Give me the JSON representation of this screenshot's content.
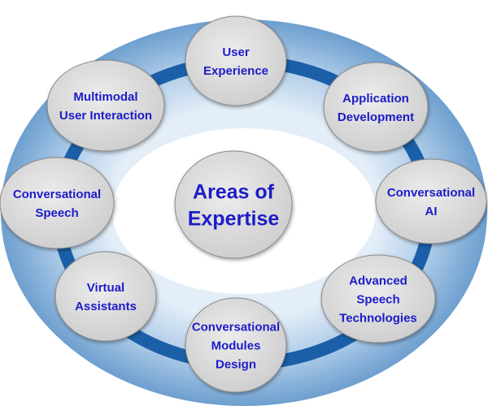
{
  "center": {
    "lines": [
      "Areas of",
      "Expertise"
    ]
  },
  "nodes": [
    {
      "id": "user-experience",
      "lines": [
        "User",
        "Experience"
      ]
    },
    {
      "id": "application-development",
      "lines": [
        "Application",
        "Development"
      ]
    },
    {
      "id": "conversational-ai",
      "lines": [
        "Conversational",
        "AI"
      ]
    },
    {
      "id": "advanced-speech-technologies",
      "lines": [
        "Advanced",
        "Speech",
        "Technologies"
      ]
    },
    {
      "id": "conversational-modules-design",
      "lines": [
        "Conversational",
        "Modules",
        "Design"
      ]
    },
    {
      "id": "virtual-assistants",
      "lines": [
        "Virtual",
        "Assistants"
      ]
    },
    {
      "id": "conversational-speech",
      "lines": [
        "Conversational",
        "Speech"
      ]
    },
    {
      "id": "multimodal-user-interaction",
      "lines": [
        "Multimodal",
        "User Interaction"
      ]
    }
  ],
  "colors": {
    "text": "#1c1cc8",
    "ring": "#1a5fa8",
    "outer": "#7aa8d4",
    "bubble": "#dcdcdc"
  }
}
